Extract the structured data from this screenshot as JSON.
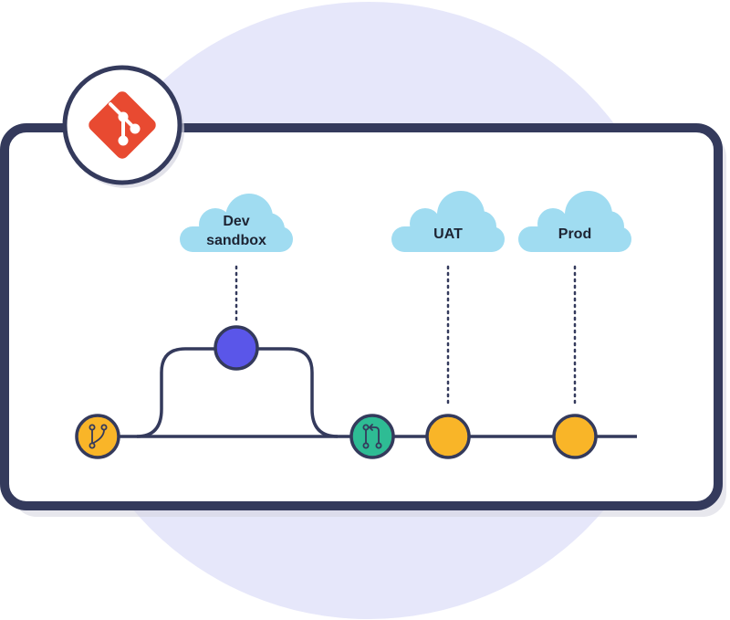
{
  "diagram": {
    "environments": [
      {
        "id": "dev",
        "lines": [
          "Dev",
          "sandbox"
        ]
      },
      {
        "id": "uat",
        "lines": [
          "UAT"
        ]
      },
      {
        "id": "prod",
        "lines": [
          "Prod"
        ]
      }
    ],
    "icons": {
      "logo": "git-logo-icon",
      "branch": "git-branch-icon",
      "merge": "pull-request-merge-icon"
    },
    "colors": {
      "frame": "#343a5c",
      "backdrop": "#e6e7fa",
      "cloud": "#a0dcf1",
      "logo": "#e84a31",
      "deploy_node": "#f9b528",
      "merge_node": "#2ebc94",
      "dev_node": "#5a56e9",
      "line": "#343a5c"
    }
  }
}
